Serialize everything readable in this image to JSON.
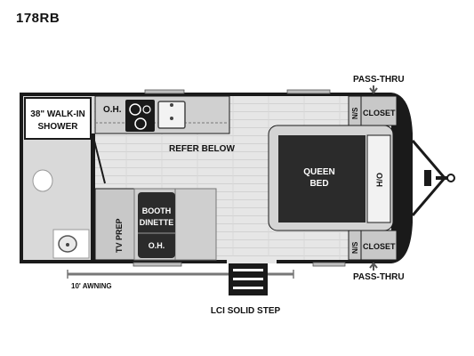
{
  "title": "178RB",
  "labels": {
    "shower_line1": "38\" WALK-IN",
    "shower_line2": "SHOWER",
    "oh_top": "O.H.",
    "refer": "REFER BELOW",
    "queen_line1": "QUEEN",
    "queen_line2": "BED",
    "ho": "H/O",
    "ns_top": "N/S",
    "closet_top": "CLOSET",
    "ns_bottom": "N/S",
    "closet_bottom": "CLOSET",
    "pass_thru_top": "PASS-THRU",
    "pass_thru_bottom": "PASS-THRU",
    "booth_line1": "BOOTH",
    "booth_line2": "DINETTE",
    "oh_bottom": "O.H.",
    "tv_prep": "TV PREP",
    "awning": "10' AWNING",
    "step": "LCI SOLID STEP"
  }
}
